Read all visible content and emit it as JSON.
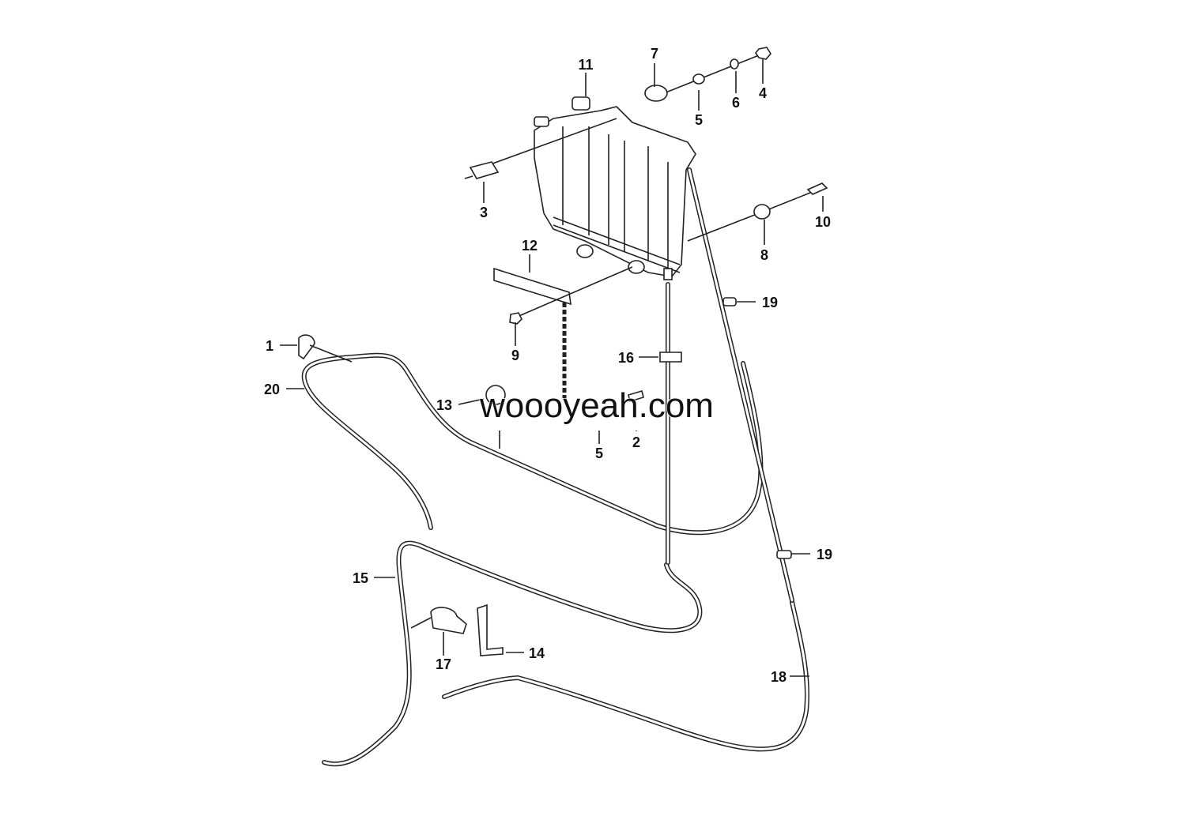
{
  "diagram": {
    "callouts": [
      "1",
      "2",
      "3",
      "4",
      "5",
      "6",
      "7",
      "8",
      "9",
      "10",
      "11",
      "12",
      "13",
      "14",
      "15",
      "16",
      "17",
      "18",
      "19",
      "20"
    ],
    "extra_callouts": {
      "5b": "5",
      "19b": "19"
    },
    "watermark": "woooyeah.com"
  }
}
